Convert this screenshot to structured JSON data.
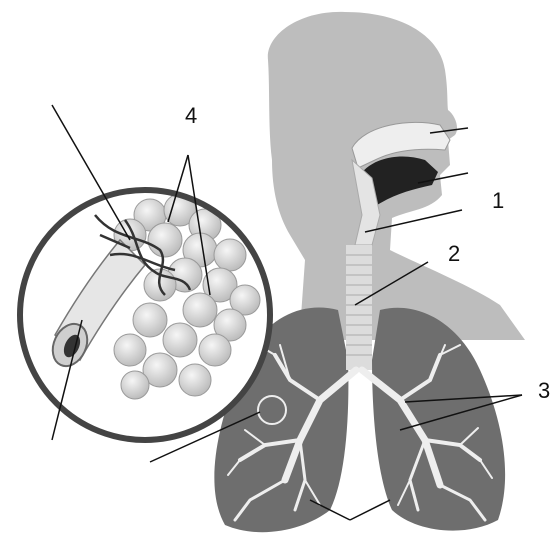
{
  "labels": {
    "one": "1",
    "two": "2",
    "three": "3",
    "four": "4"
  },
  "colors": {
    "silhouette": "#bdbdbd",
    "lung": "#6e6e6e",
    "airway": "#e8e8e8",
    "alveoli": "#d9d9d9",
    "line": "#111111"
  }
}
